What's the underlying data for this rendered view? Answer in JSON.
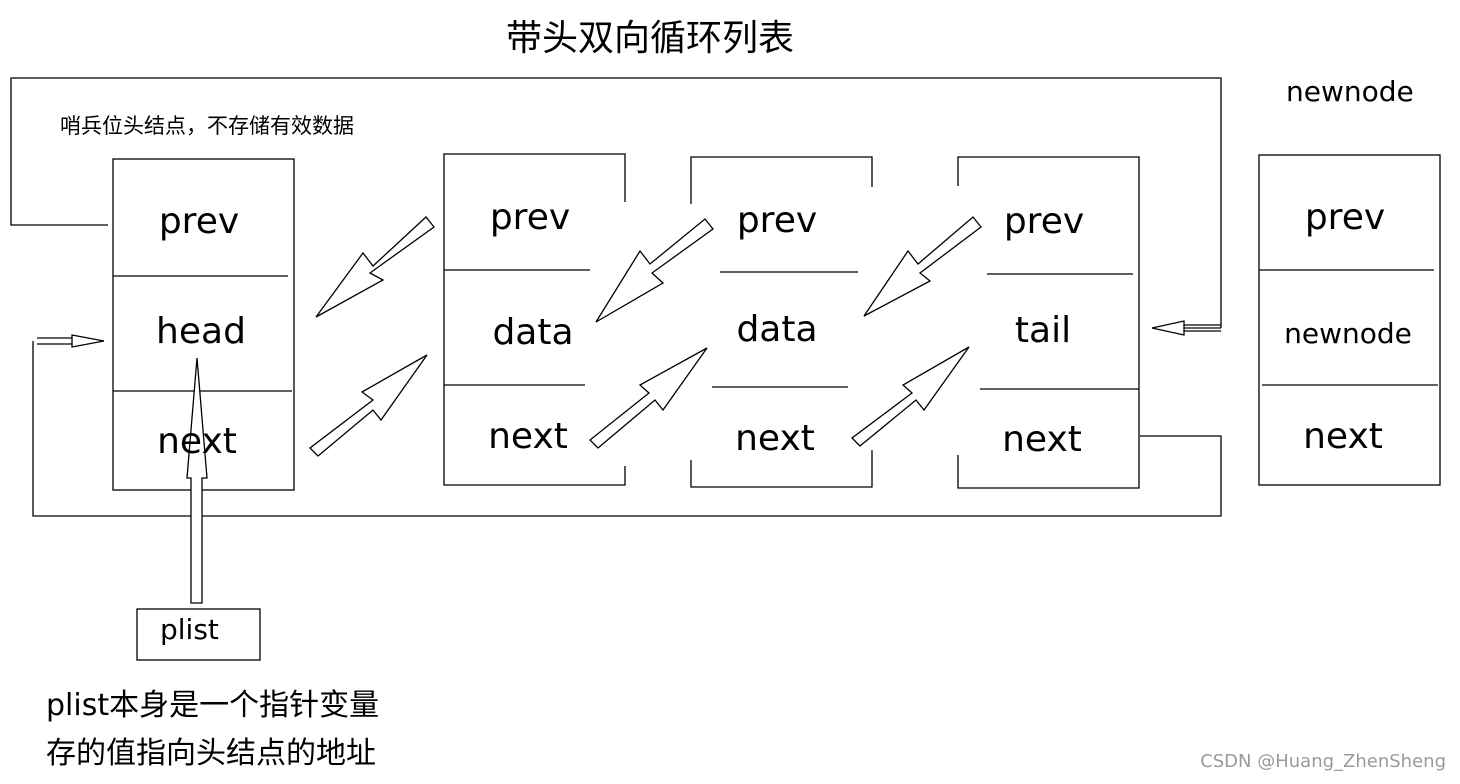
{
  "title": "带头双向循环列表",
  "newnode_label": "newnode",
  "sentinel_note": "哨兵位头结点，不存储有效数据",
  "nodes": [
    {
      "prev": "prev",
      "mid": "head",
      "next": "next"
    },
    {
      "prev": "prev",
      "mid": "data",
      "next": "next"
    },
    {
      "prev": "prev",
      "mid": "data",
      "next": "next"
    },
    {
      "prev": "prev",
      "mid": "tail",
      "next": "next"
    },
    {
      "prev": "prev",
      "mid": "newnode",
      "next": "next"
    }
  ],
  "plist": "plist",
  "caption_line1": "plist本身是一个指针变量",
  "caption_line2": "存的值指向头结点的地址",
  "watermark": "CSDN @Huang_ZhenSheng"
}
